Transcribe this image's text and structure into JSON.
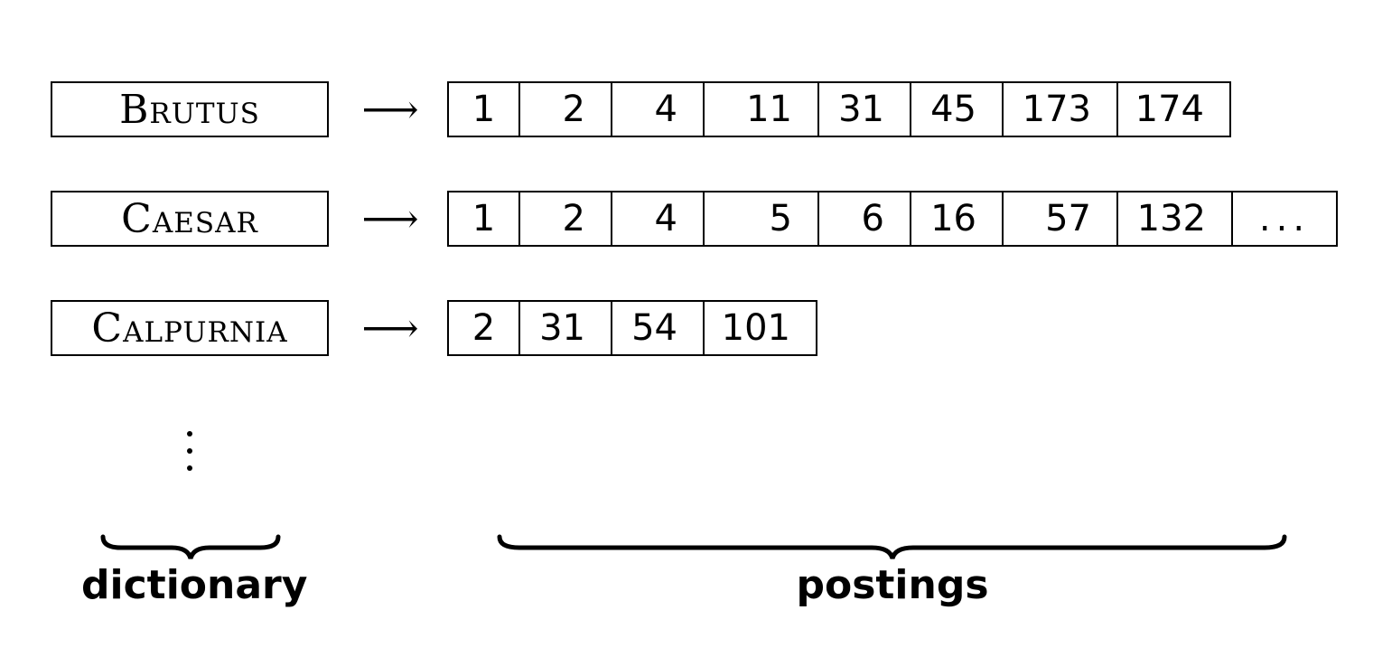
{
  "rows": [
    {
      "term": "Brutus",
      "arrow": "⟶",
      "postings": [
        "1",
        "2",
        "4",
        "11",
        "31",
        "45",
        "173",
        "174"
      ]
    },
    {
      "term": "Caesar",
      "arrow": "⟶",
      "postings": [
        "1",
        "2",
        "4",
        "5",
        "6",
        "16",
        "57",
        "132",
        "..."
      ]
    },
    {
      "term": "Calpurnia",
      "arrow": "⟶",
      "postings": [
        "2",
        "31",
        "54",
        "101"
      ]
    }
  ],
  "continuation": "⋮",
  "labels": {
    "dictionary": "dictionary",
    "postings": "postings"
  }
}
